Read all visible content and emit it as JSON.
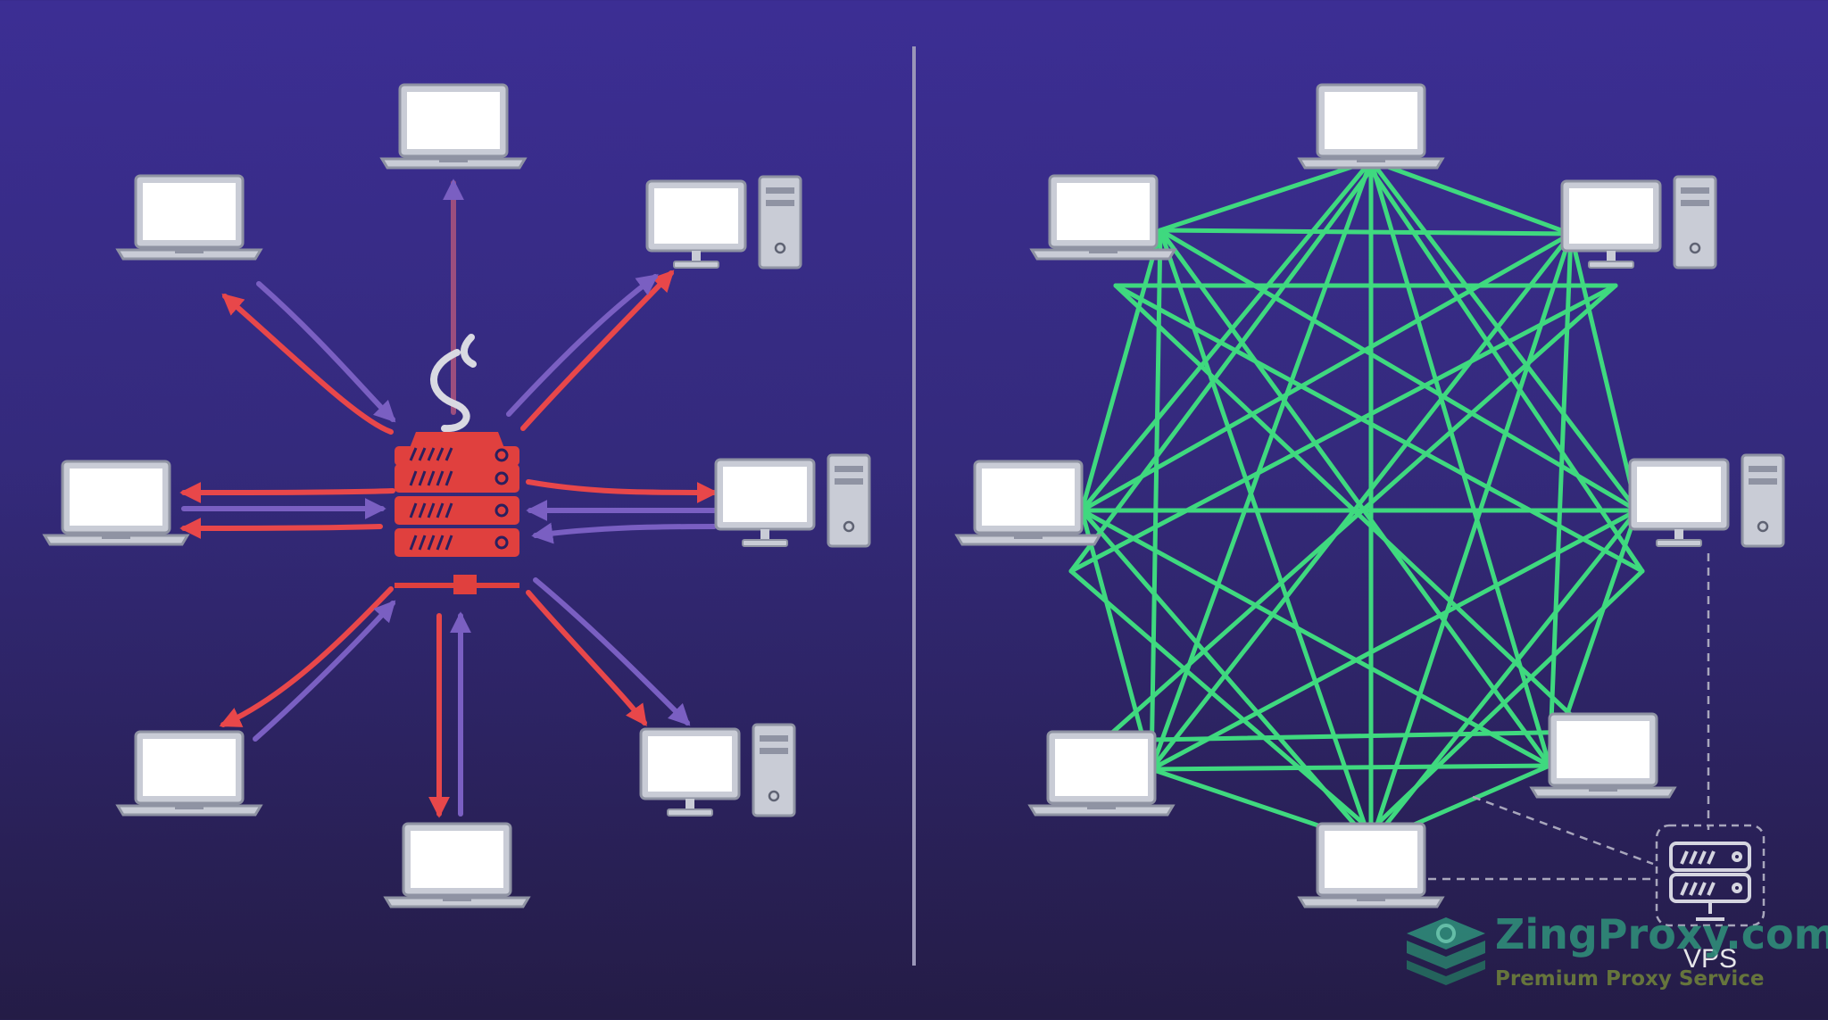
{
  "diagram": {
    "left_panel": "centralized-client-server",
    "right_panel": "peer-to-peer-mesh",
    "colors": {
      "background_top": "#3c2e94",
      "background_bottom": "#241c46",
      "server": "#e0403e",
      "arrow_red": "#e8474a",
      "arrow_purple": "#7a5fc2",
      "mesh_line": "#3fd97f",
      "device": "#c9ccd6",
      "divider": "#9a96b8"
    },
    "vps_label": "VPS"
  },
  "watermark": {
    "title": "ZingProxy.com",
    "subtitle": "Premium Proxy Service"
  }
}
